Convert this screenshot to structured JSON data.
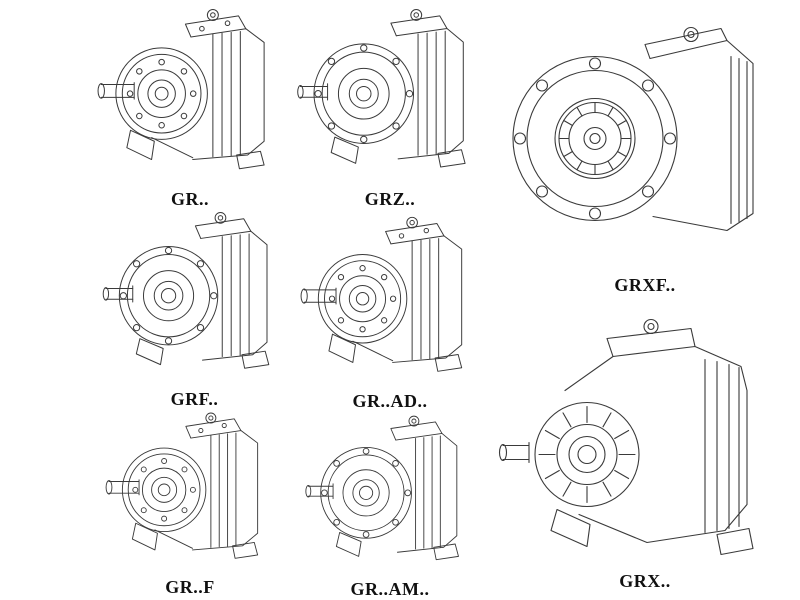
{
  "page": {
    "background": "#ffffff"
  },
  "colors": {
    "line": "#3a3a3a",
    "ghost_line": "#c3c3c3",
    "label": "#111111"
  },
  "items": [
    {
      "id": "gr",
      "label": "GR..",
      "style": "solid"
    },
    {
      "id": "grz",
      "label": "GRZ..",
      "style": "solid"
    },
    {
      "id": "grxf",
      "label": "GRXF..",
      "style": "solid"
    },
    {
      "id": "grf",
      "label": "GRF..",
      "style": "solid"
    },
    {
      "id": "grad",
      "label": "GR..AD..",
      "style": "ghost"
    },
    {
      "id": "grff",
      "label": "GR..F",
      "style": "solid"
    },
    {
      "id": "gram",
      "label": "GR..AM..",
      "style": "ghost"
    },
    {
      "id": "grx",
      "label": "GRX..",
      "style": "solid"
    }
  ]
}
